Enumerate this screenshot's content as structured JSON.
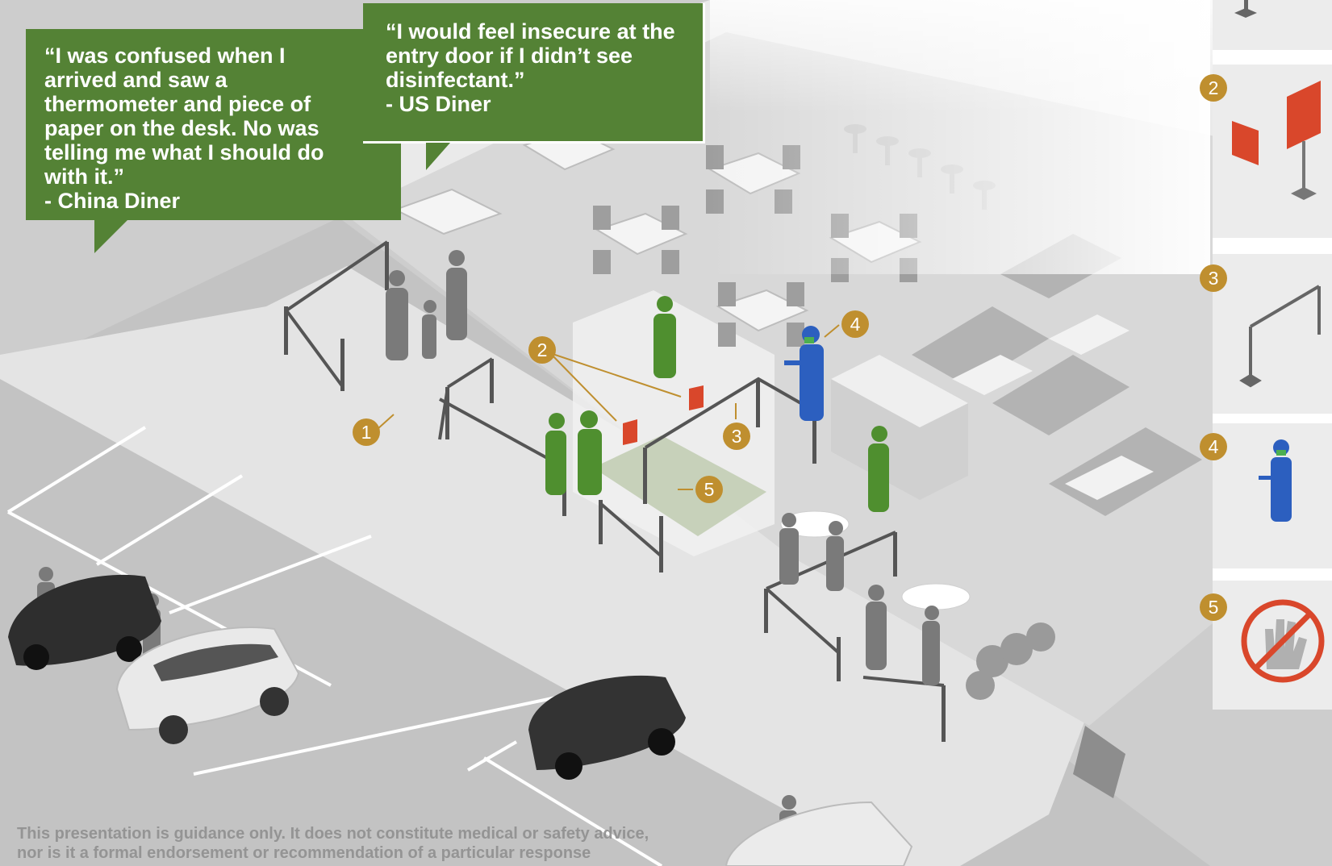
{
  "quotes": {
    "china": {
      "lines": [
        "“I was confused when I",
        "arrived and saw a",
        "thermometer and piece of",
        "paper on the desk. No was",
        "telling me what I should do",
        "with it.”"
      ],
      "attribution": "- China Diner"
    },
    "us": {
      "lines": [
        "“I would feel insecure at the",
        "entry door if I didn’t see",
        "disinfectant.”"
      ],
      "attribution": "-  US Diner"
    }
  },
  "markers": {
    "one": "1",
    "two": "2",
    "three": "3",
    "four": "4",
    "five": "5"
  },
  "legend": {
    "item_2_number": "2",
    "item_2_icon": "partition-sign-icon",
    "item_3_number": "3",
    "item_3_icon": "queue-barrier-icon",
    "item_4_number": "4",
    "item_4_icon": "masked-staff-icon",
    "item_5_number": "5",
    "item_5_icon": "no-touch-icon"
  },
  "disclaimer": {
    "line1": "This presentation is guidance only. It does not constitute medical or safety advice,",
    "line2": "nor is it a formal endorsement or recommendation of a particular response"
  },
  "colors": {
    "quote_bg": "#548235",
    "marker": "#bf8f2f",
    "guest_green": "#4f8f2f",
    "staff_blue": "#2c5fbf",
    "sign_red": "#d9472b"
  }
}
